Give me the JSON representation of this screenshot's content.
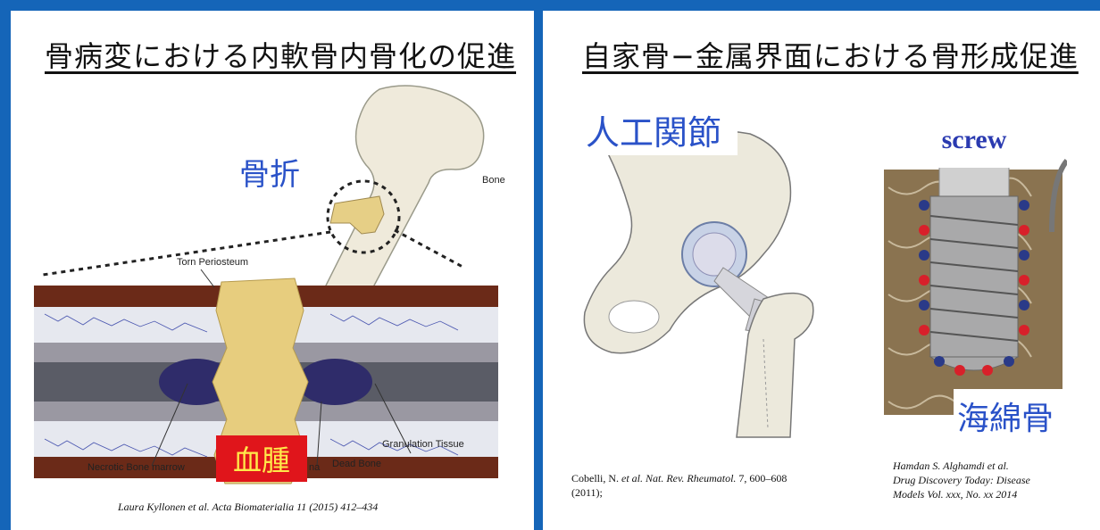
{
  "colors": {
    "frame": "#1565b8",
    "label_blue": "#2a52c8",
    "hematoma_bg": "#e0151b"
  },
  "left_panel": {
    "title": "骨病変における内軟骨内骨化の促進",
    "fracture_label": "骨折",
    "hematoma_label": "血腫",
    "labels": {
      "bone": "Bone",
      "torn_periosteum": "Torn Periosteum",
      "necrotic_bone_marrow": "Necrotic Bone marrow",
      "hematoma_fragment": "na",
      "dead_bone": "Dead Bone",
      "granulation_tissue": "Granulation Tissue"
    },
    "citation": "Laura Kyllonen et al. Acta Biomaterialia 11 (2015) 412–434"
  },
  "right_panel": {
    "title": "自家骨−金属界面における骨形成促進",
    "joint_label": "人工関節",
    "screw_label": "screw",
    "cancellous_label": "海綿骨",
    "citation_left": {
      "authors": "Cobelli, N.",
      "etal": "et al.",
      "journal": "Nat. Rev. Rheumatol.",
      "rest": "7, 600–608",
      "year": "(2011);"
    },
    "citation_right": {
      "line1": "Hamdan S. Alghamdi et al.",
      "line2": "Drug Discovery Today: Disease",
      "line3": "Models Vol. xxx, No. xx 2014"
    }
  }
}
